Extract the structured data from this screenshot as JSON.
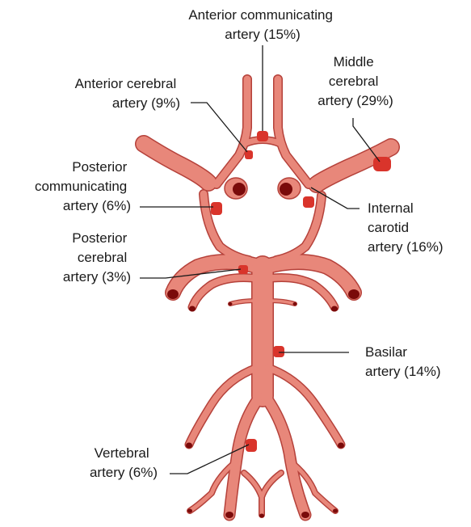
{
  "diagram": {
    "colors": {
      "artery_fill": "#e8877a",
      "artery_outline": "#b5413a",
      "aneurysm": "#d9342b",
      "vessel_lumen": "#7a0a0a",
      "leader_line": "#1a1a1a"
    },
    "labels": {
      "anterior_communicating": {
        "line1": "Anterior communicating",
        "line2": "artery (15%)"
      },
      "anterior_cerebral": {
        "line1": "Anterior cerebral",
        "line2": "artery (9%)"
      },
      "middle_cerebral": {
        "line1": "Middle",
        "line2": "cerebral",
        "line3": "artery (29%)"
      },
      "posterior_communicating": {
        "line1": "Posterior",
        "line2": "communicating",
        "line3": "artery (6%)"
      },
      "internal_carotid": {
        "line1": "Internal",
        "line2": "carotid",
        "line3": "artery (16%)"
      },
      "posterior_cerebral": {
        "line1": "Posterior",
        "line2": "cerebral",
        "line3": "artery (3%)"
      },
      "basilar": {
        "line1": "Basilar",
        "line2": "artery (14%)"
      },
      "vertebral": {
        "line1": "Vertebral",
        "line2": "artery (6%)"
      }
    }
  }
}
